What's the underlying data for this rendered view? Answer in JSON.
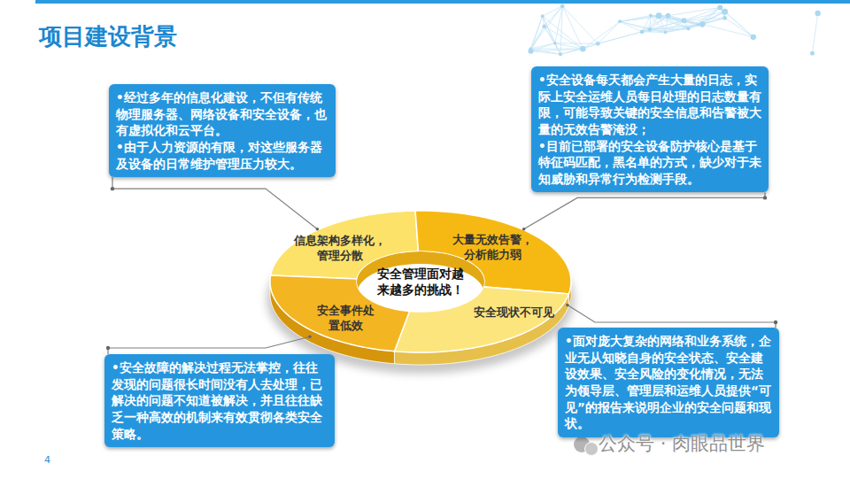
{
  "diagram": {
    "title": "项目建设背景",
    "nodes": [
      {
        "text": [
          "•经过多年的信息化建设，不但有传统物理服务器、网络设备和安全设备，也有虚拟化和云平台。",
          "•由于人力资源的有限，对这些服务器及设备的日常维护管理压力较大。"
        ]
      },
      {
        "text": [
          "•安全设备每天都会产生大量的日志，实际上安全运维人员每日处理的日志数量有限，可能导致关键的安全信息和告警被大量的无效告警淹没；",
          "•目前已部署的安全设备防护核心是基于特征码匹配，黑名单的方式，缺少对于未知威胁和异常行为检测手段。"
        ]
      },
      {
        "text": [
          "信息架构多样化，管理分散"
        ]
      },
      {
        "text": [
          "大量无效告警，分析能力弱"
        ]
      },
      {
        "text": [
          "安全管理面对越来越多的挑战！"
        ]
      },
      {
        "text": [
          "安全事件处置低效"
        ]
      },
      {
        "text": [
          "安全现状不可见"
        ]
      },
      {
        "text": [
          "•安全故障的解决过程无法掌控，往往发现的问题很长时间没有人去处理，已解决的问题不知道被解决，并且往往缺乏一种高效的机制来有效贯彻各类安全策略。"
        ]
      },
      {
        "text": [
          "•面对庞大复杂的网络和业务系统，企业无从知晓自身的安全状态、安全建设效果、安全风险的变化情况，无法为领导层、管理层和运维人员提供“可见”的报告来说明企业的安全问题和现状。"
        ]
      }
    ],
    "edges": [
      {
        "from": 0,
        "to": 2,
        "arrow": "none"
      },
      {
        "from": 1,
        "to": 3,
        "arrow": "none"
      },
      {
        "from": 7,
        "to": 5,
        "arrow": "none"
      },
      {
        "from": 8,
        "to": 6,
        "arrow": "none"
      }
    ],
    "labels": [
      "4",
      "公众号 · 肉眼品世界"
    ]
  }
}
